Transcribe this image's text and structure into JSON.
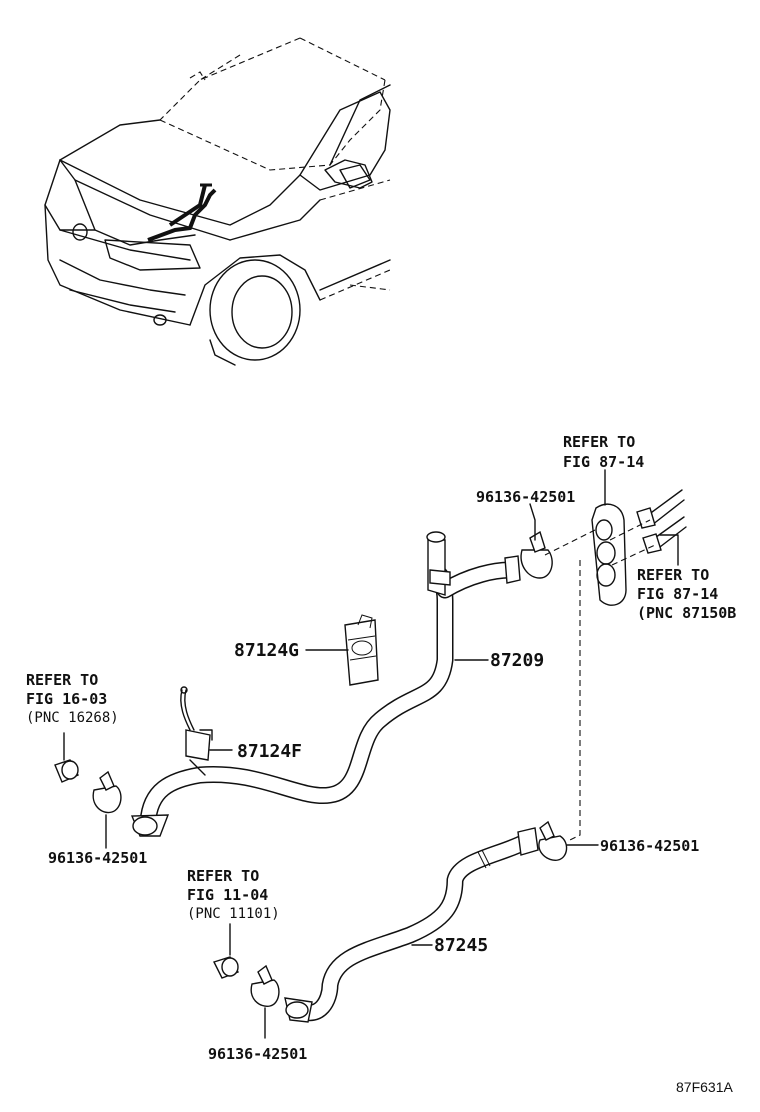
{
  "diagram_code": "87F631A",
  "parts": {
    "hose_upper": "87209",
    "hose_lower": "87245",
    "clamp_g": "87124G",
    "clamp_f": "87124F",
    "clip_top": "96136-42501",
    "clip_left": "96136-42501",
    "clip_right": "96136-42501",
    "clip_bottom": "96136-42501"
  },
  "refs": {
    "top": {
      "line1": "REFER TO",
      "line2": "FIG 87-14"
    },
    "right": {
      "line1": "REFER TO",
      "line2": "FIG 87-14",
      "line3": "(PNC 87150B"
    },
    "left": {
      "line1": "REFER TO",
      "line2": "FIG 16-03",
      "line3": "(PNC 16268)"
    },
    "bottom": {
      "line1": "REFER TO",
      "line2": "FIG 11-04",
      "line3": "(PNC 11101)"
    }
  }
}
